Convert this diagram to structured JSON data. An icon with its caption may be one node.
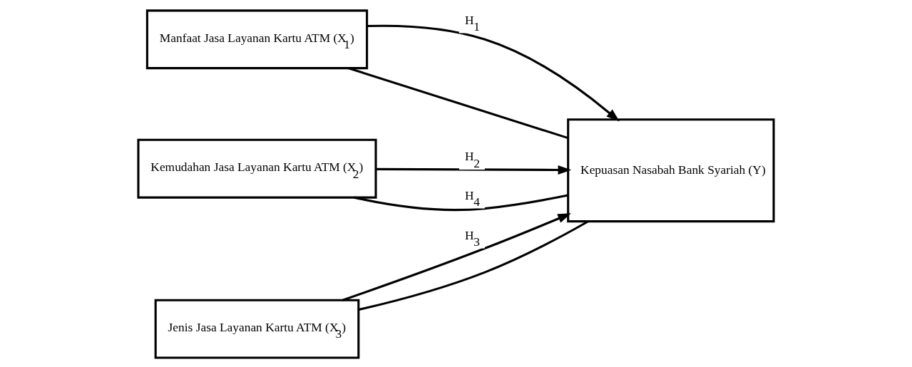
{
  "diagram": {
    "nodes": [
      {
        "text": [
          "Manfaat Jasa Layanan Kartu ATM (X$_{1}$)"
        ]
      },
      {
        "text": [
          "Kemudahan Jasa Layanan Kartu ATM (X$_{2}$)"
        ]
      },
      {
        "text": [
          "Jenis Jasa Layanan Kartu ATM (X$_{3}$)"
        ]
      },
      {
        "text": [
          "Kepuasan Nasabah Bank Syariah (Y)"
        ]
      }
    ],
    "edges": [
      {
        "from": 0,
        "to": 3,
        "arrow": "to",
        "label": "H$_{1}$"
      },
      {
        "from": 1,
        "to": 3,
        "arrow": "to",
        "label": "H$_{2}$"
      },
      {
        "from": 2,
        "to": 3,
        "arrow": "to",
        "label": "H$_{3}$"
      },
      {
        "from": 0,
        "to": 3,
        "arrow": "none"
      },
      {
        "from": 1,
        "to": 3,
        "arrow": "none",
        "label": "H$_{4}$"
      },
      {
        "from": 2,
        "to": 3,
        "arrow": "none"
      }
    ]
  }
}
